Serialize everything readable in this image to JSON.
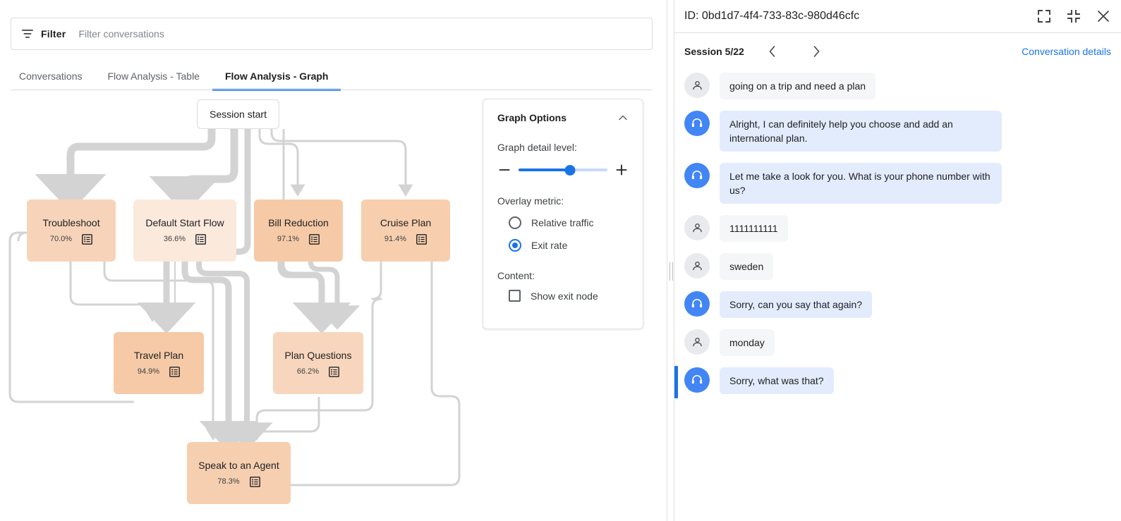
{
  "filter_bar": {
    "icon": "filter-icon",
    "label": "Filter",
    "placeholder": "Filter conversations",
    "value": ""
  },
  "tabs": [
    {
      "label": "Conversations",
      "active": false
    },
    {
      "label": "Flow Analysis - Table",
      "active": false
    },
    {
      "label": "Flow Analysis - Graph",
      "active": true
    }
  ],
  "graph": {
    "session_start_label": "Session start",
    "nodes": [
      {
        "id": "troubleshoot",
        "title": "Troubleshoot",
        "pct": "70.0%",
        "color": "#f7d4b9"
      },
      {
        "id": "default_start",
        "title": "Default Start Flow",
        "pct": "36.6%",
        "color": "#fbe9dc"
      },
      {
        "id": "bill_reduction",
        "title": "Bill Reduction",
        "pct": "97.1%",
        "color": "#f6caa6"
      },
      {
        "id": "cruise_plan",
        "title": "Cruise Plan",
        "pct": "91.4%",
        "color": "#f7cfae"
      },
      {
        "id": "travel_plan",
        "title": "Travel Plan",
        "pct": "94.9%",
        "color": "#f6caa6"
      },
      {
        "id": "plan_questions",
        "title": "Plan Questions",
        "pct": "66.2%",
        "color": "#f8d6bd"
      },
      {
        "id": "speak_agent",
        "title": "Speak to an Agent",
        "pct": "78.3%",
        "color": "#f6cfb0"
      }
    ]
  },
  "graph_options": {
    "title": "Graph Options",
    "collapse_icon": "chevron-up-icon",
    "detail_level_label": "Graph detail level:",
    "minus_icon": "minus-icon",
    "plus_icon": "plus-icon",
    "slider_value": 58,
    "overlay_metric_label": "Overlay metric:",
    "overlay_options": [
      {
        "label": "Relative traffic",
        "selected": false
      },
      {
        "label": "Exit rate",
        "selected": true
      }
    ],
    "content_label": "Content:",
    "content_options": [
      {
        "label": "Show exit node",
        "checked": false
      }
    ]
  },
  "right_panel": {
    "id_text": "ID: 0bd1d7-4f4-733-83c-980d46cfc",
    "actions": [
      {
        "name": "expand-icon"
      },
      {
        "name": "collapse-icon"
      },
      {
        "name": "close-icon"
      }
    ],
    "session_label": "Session 5/22",
    "prev_icon": "chevron-left-icon",
    "next_icon": "chevron-right-icon",
    "conversation_details_label": "Conversation details",
    "messages": [
      {
        "role": "user",
        "text": "going on a trip and need a plan",
        "highlight": false
      },
      {
        "role": "agent",
        "text": "Alright, I can definitely help you choose and add an international plan.",
        "highlight": false
      },
      {
        "role": "agent",
        "text": "Let me take a look for you. What is your phone number with us?",
        "highlight": false
      },
      {
        "role": "user",
        "text": "1111111111",
        "highlight": false
      },
      {
        "role": "user",
        "text": "sweden",
        "highlight": false
      },
      {
        "role": "agent",
        "text": "Sorry, can you say that again?",
        "highlight": false
      },
      {
        "role": "user",
        "text": "monday",
        "highlight": false
      },
      {
        "role": "agent",
        "text": "Sorry, what was that?",
        "highlight": true
      }
    ]
  },
  "colors": {
    "accent": "#1a73e8",
    "agent_bubble": "#e3ecfd",
    "user_bubble": "#f5f6f7",
    "edge": "#d3d3d3"
  }
}
